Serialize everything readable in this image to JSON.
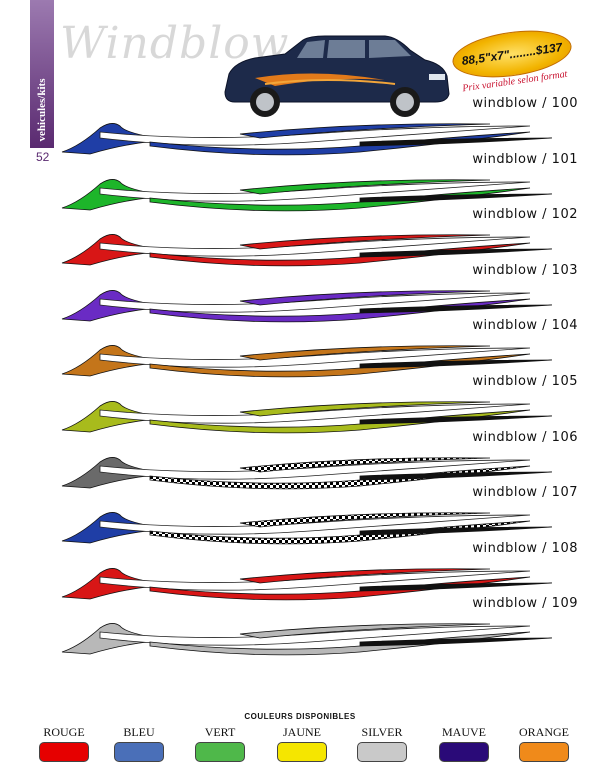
{
  "side_tab": {
    "label": "vehicules/kits"
  },
  "page_number": "52",
  "brand_title": "Windblow",
  "price": {
    "badge": "88,5\"x7\"........$137",
    "note": "Prix variable selon format"
  },
  "kits": [
    {
      "label": "windblow / 100",
      "color": "#1f3ea6"
    },
    {
      "label": "windblow / 101",
      "color": "#1db52a"
    },
    {
      "label": "windblow / 102",
      "color": "#d81616"
    },
    {
      "label": "windblow / 103",
      "color": "#6a2bc4"
    },
    {
      "label": "windblow / 104",
      "color": "#c4751a"
    },
    {
      "label": "windblow / 105",
      "color": "#a8bb1c"
    },
    {
      "label": "windblow / 106",
      "color": "checker"
    },
    {
      "label": "windblow / 107",
      "color": "#1f3ea6",
      "pattern": "checker"
    },
    {
      "label": "windblow / 108",
      "color": "#d81616"
    },
    {
      "label": "windblow / 109",
      "color": "#b8b8b8"
    }
  ],
  "legend": {
    "title": "COULEURS DISPONIBLES",
    "colors": [
      {
        "name": "ROUGE",
        "hex": "#e60000"
      },
      {
        "name": "BLEU",
        "hex": "#4a6fb8"
      },
      {
        "name": "VERT",
        "hex": "#4fb84a"
      },
      {
        "name": "JAUNE",
        "hex": "#f5e600"
      },
      {
        "name": "SILVER",
        "hex": "#c9c9c9"
      },
      {
        "name": "MAUVE",
        "hex": "#2a0a78"
      },
      {
        "name": "ORANGE",
        "hex": "#f08a1a"
      }
    ]
  }
}
